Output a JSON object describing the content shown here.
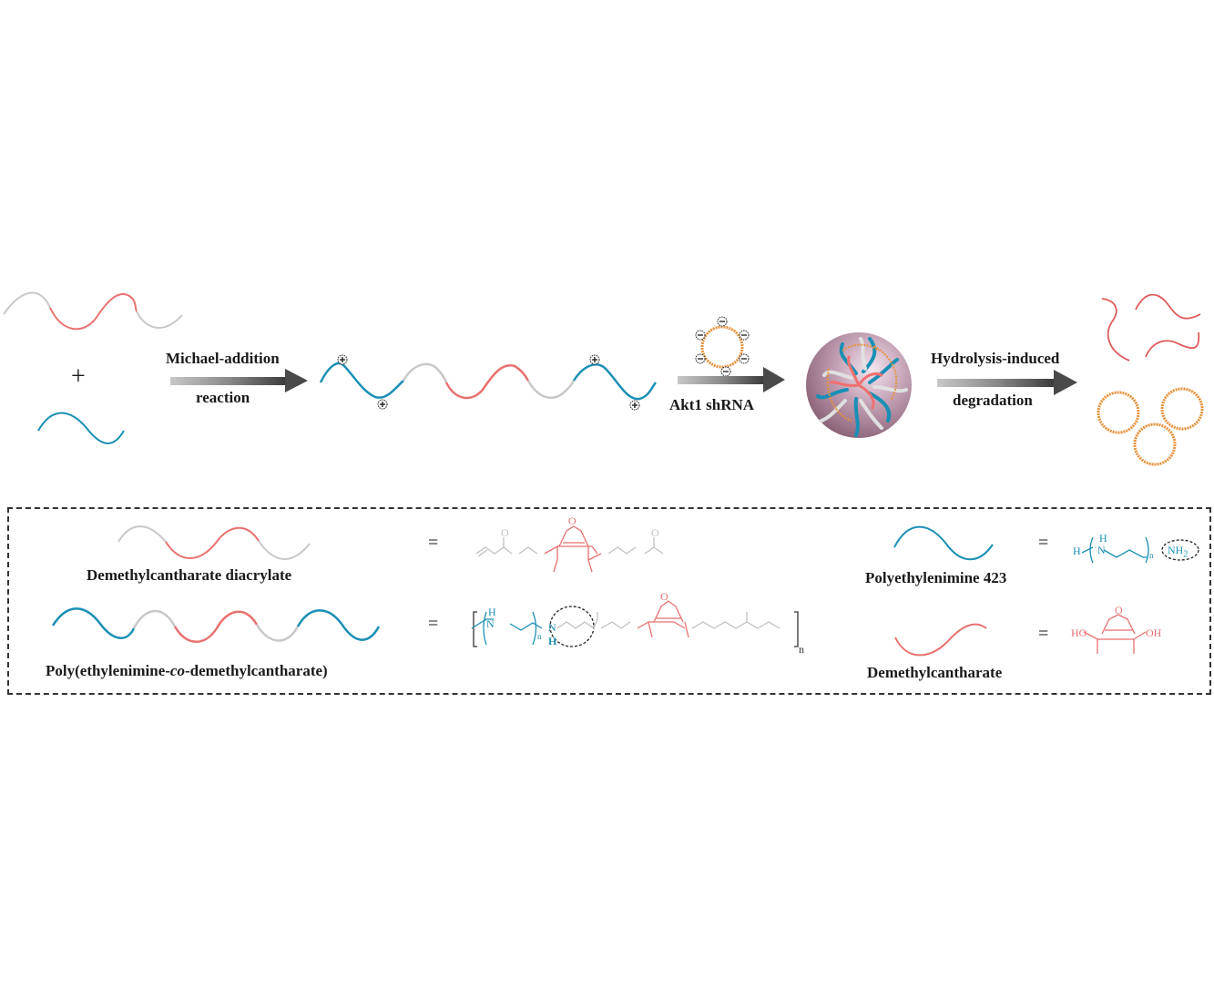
{
  "scheme": {
    "steps": [
      {
        "arrow_label_top": "Michael-addition",
        "arrow_label_bottom": "reaction"
      },
      {
        "arrow_label_bottom": "Akt1 shRNA"
      },
      {
        "arrow_label_top": "Hydrolysis-induced",
        "arrow_label_bottom": "degradation"
      }
    ],
    "plus_sign": "+",
    "charges": {
      "positive": "+",
      "negative": "−"
    }
  },
  "legend": {
    "items": [
      {
        "name": "Demethylcantharate diacrylate",
        "equals": "="
      },
      {
        "name_prefix": "Poly(ethylenimine-",
        "name_italic": "co",
        "name_suffix": "-demethylcantharate)",
        "equals": "="
      },
      {
        "name": "Polyethylenimine 423",
        "equals": "="
      },
      {
        "name": "Demethylcantharate",
        "equals": "="
      }
    ],
    "chem_labels": {
      "O": "O",
      "H": "H",
      "N": "N",
      "NH2": "NH",
      "sub2": "2",
      "n": "n",
      "HO": "HO",
      "OH": "OH"
    }
  },
  "colors": {
    "pei_blue": "#1a8fb5",
    "dmc_red": "#e8716f",
    "acrylate_gray": "#c8c8c8",
    "shrna_orange": "#e8913a",
    "arrow_dark": "#4a4a4a",
    "particle": "#a8869a"
  }
}
